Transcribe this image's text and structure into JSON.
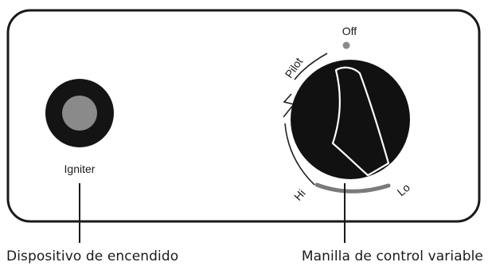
{
  "panel": {
    "igniter": {
      "label": "Igniter",
      "caption": "Dispositivo de encendido"
    },
    "control_knob": {
      "caption": "Manilla de control variable",
      "positions": {
        "off": "Off",
        "pilot": "Pilot",
        "hi": "Hi",
        "lo": "Lo"
      }
    }
  },
  "colors": {
    "panel_border": "#1a1a1a",
    "knob": "#111111",
    "igniter_button": "#8a8a8a",
    "flame_range_bar": "#7a7a7a",
    "off_dot": "#8a8a8a"
  }
}
